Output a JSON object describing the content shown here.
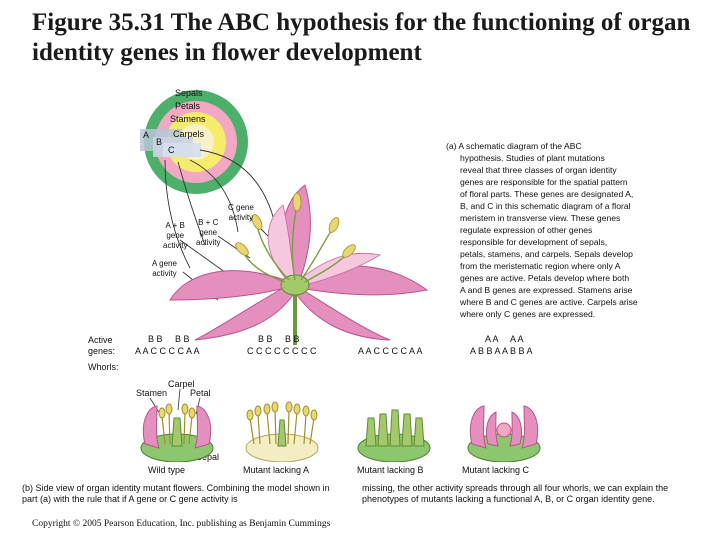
{
  "title": "Figure 35.31 The ABC hypothesis for the functioning of organ identity genes in flower development",
  "diagram_a": {
    "rings": [
      "Sepals",
      "Petals",
      "Stamens",
      "Carpels"
    ],
    "zones": [
      "A",
      "B",
      "C"
    ],
    "activity_labels": {
      "c_gene_line1": "C gene",
      "c_gene_line2": "activity",
      "bc_line1": "B + C",
      "bc_line2": "gene",
      "bc_line3": "activity",
      "ab_line1": "A + B",
      "ab_line2": "gene",
      "ab_line3": "activity",
      "a_line1": "A gene",
      "a_line2": "activity"
    },
    "description_lines": [
      "(a) A schematic diagram of the ABC",
      "hypothesis. Studies of plant mutations",
      "reveal that three classes of organ identity",
      "genes are responsible for the spatial pattern",
      "of floral parts. These genes are designated A,",
      "B, and C in this schematic diagram of a floral",
      "meristem in transverse view. These genes",
      "regulate expression of other genes",
      "responsible for development of sepals,",
      "petals, stamens, and carpels. Sepals develop",
      "from the meristematic region where only A",
      "genes are active. Petals develop where both",
      "A and B genes are expressed. Stamens arise",
      "where B and C genes are active. Carpels arise",
      "where only C genes are expressed."
    ]
  },
  "diagram_b": {
    "active_genes_label_1": "Active",
    "active_genes_label_2": "genes:",
    "whorls_label": "Whorls:",
    "columns": [
      {
        "genes_top": "B B     B B",
        "genes_bottom": "A A C C C C A A",
        "caption": "Wild type"
      },
      {
        "genes_top": "B B     B B",
        "genes_bottom": "C C C C C C C C",
        "caption": "Mutant lacking A"
      },
      {
        "genes_top": "",
        "genes_bottom": "A A C C C C A A",
        "caption": "Mutant lacking B"
      },
      {
        "genes_top": "A A     A A",
        "genes_bottom": "A B B A A B B A",
        "caption": "Mutant lacking C"
      }
    ],
    "whorl_labels": {
      "carpel": "Carpel",
      "stamen": "Stamen",
      "petal": "Petal",
      "sepal": "Sepal"
    },
    "caption_left": "(b) Side view of organ identity mutant flowers. Combining the model shown in part (a) with the rule that if A gene or C gene activity is",
    "caption_right": "missing, the other activity spreads through all four whorls, we can explain the phenotypes of mutants lacking a functional A, B, or C organ identity gene."
  },
  "copyright": "Copyright © 2005 Pearson Education, Inc. publishing as Benjamin Cummings",
  "colors": {
    "sepal_green": "#4caf6a",
    "petal_pink": "#f2a7c3",
    "stamen_yellow": "#f5ec6c",
    "carpel_cream": "#f7f0c8",
    "zone_box": "#b8c7d8",
    "flower_pink": "#e58fbf",
    "flower_yellow": "#e8d672",
    "leaf_green": "#8cc66d"
  }
}
